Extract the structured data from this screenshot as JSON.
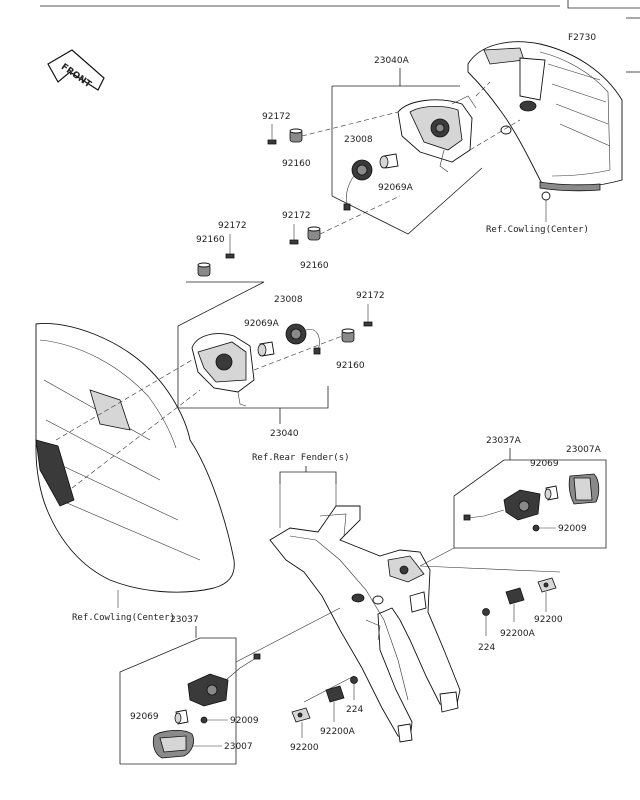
{
  "figure_code": "F2730",
  "front_label": "FRONT",
  "refs": {
    "cowling_center_top": "Ref.Cowling(Center)",
    "cowling_center_bottom": "Ref.Cowling(Center)",
    "rear_fender": "Ref.Rear Fender(s)"
  },
  "labels": {
    "a_23040A": "23040A",
    "a_92172_1": "92172",
    "a_92160_1": "92160",
    "a_23008_1": "23008",
    "a_92069A_1": "92069A",
    "a_92172_2": "92172",
    "a_92160_2": "92160",
    "b_92160_3": "92160",
    "b_92172_3": "92172",
    "b_23008_2": "23008",
    "b_92069A_2": "92069A",
    "b_92172_4": "92172",
    "b_92160_4": "92160",
    "b_23040": "23040",
    "c_23037A": "23037A",
    "c_23007A": "23007A",
    "c_92069_1": "92069",
    "c_92009_1": "92009",
    "c_92200_1": "92200",
    "c_92200A_1": "92200A",
    "c_224_1": "224",
    "d_23037": "23037",
    "d_92069_2": "92069",
    "d_92009_2": "92009",
    "d_23007": "23007",
    "d_224_2": "224",
    "d_92200A_2": "92200A",
    "d_92200_2": "92200"
  }
}
